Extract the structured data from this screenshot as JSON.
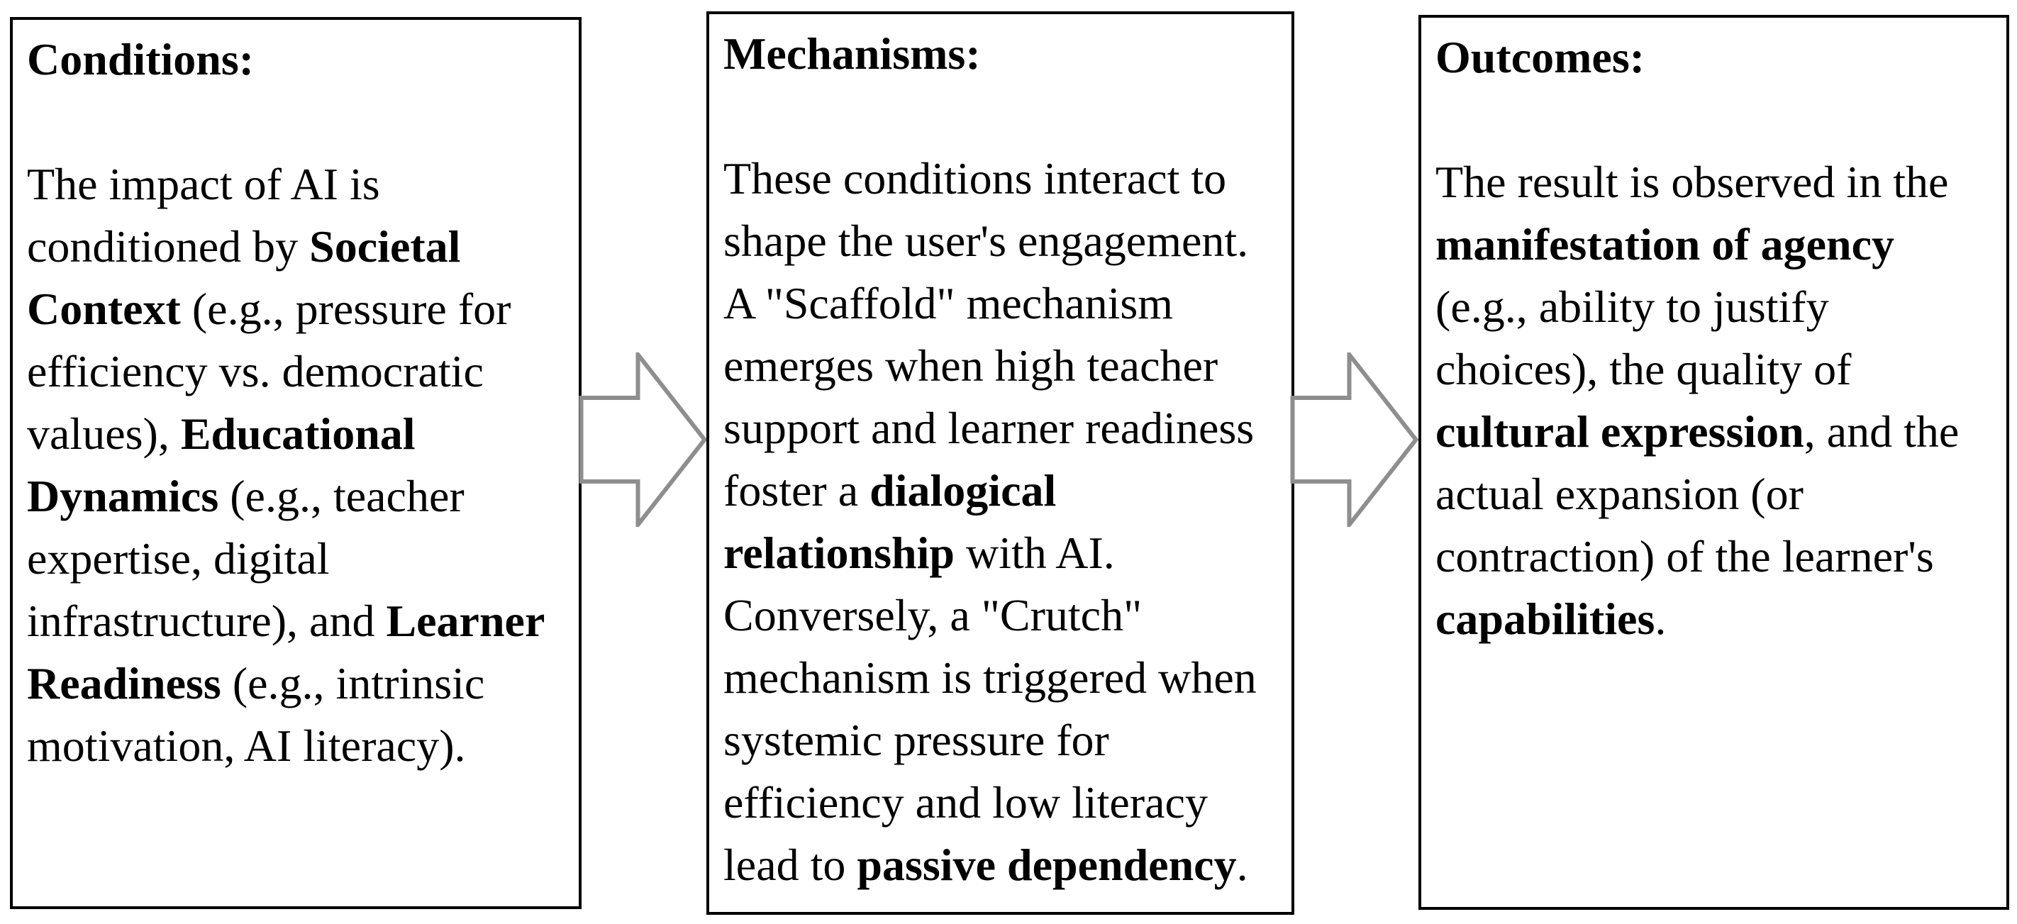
{
  "theme": {
    "background": "#ffffff",
    "border_color": "#000000",
    "text_color": "#000000",
    "arrow_color": "#8e8e8e"
  },
  "diagram": {
    "boxes": [
      {
        "id": "conditions",
        "title": "Conditions:",
        "body": [
          {
            "text": "The impact of AI is conditioned by ",
            "bold": false
          },
          {
            "text": "Societal Context",
            "bold": true
          },
          {
            "text": " (e.g., pressure for efficiency vs. democratic values), ",
            "bold": false
          },
          {
            "text": "Educational Dynamics",
            "bold": true
          },
          {
            "text": " (e.g., teacher expertise, digital infrastructure), and ",
            "bold": false
          },
          {
            "text": "Learner Readiness",
            "bold": true
          },
          {
            "text": " (e.g., intrinsic motivation, AI literacy).",
            "bold": false
          }
        ]
      },
      {
        "id": "mechanisms",
        "title": "Mechanisms:",
        "body": [
          {
            "text": "These conditions interact to shape the user's engagement. A \"Scaffold\" mechanism emerges when high teacher support and learner readiness foster a ",
            "bold": false
          },
          {
            "text": "dialogical relationship",
            "bold": true
          },
          {
            "text": " with AI. Conversely, a \"Crutch\" mechanism is triggered when systemic pressure for efficiency and low literacy lead to ",
            "bold": false
          },
          {
            "text": "passive dependency",
            "bold": true
          },
          {
            "text": ".",
            "bold": false
          }
        ]
      },
      {
        "id": "outcomes",
        "title": "Outcomes:",
        "body": [
          {
            "text": "The result is observed in the ",
            "bold": false
          },
          {
            "text": "manifestation of agency",
            "bold": true
          },
          {
            "text": " (e.g., ability to justify choices), the quality of ",
            "bold": false
          },
          {
            "text": "cultural expression",
            "bold": true
          },
          {
            "text": ", and the actual expansion (or contraction) of the learner's ",
            "bold": false
          },
          {
            "text": "capabilities",
            "bold": true
          },
          {
            "text": ".",
            "bold": false
          }
        ]
      }
    ]
  }
}
